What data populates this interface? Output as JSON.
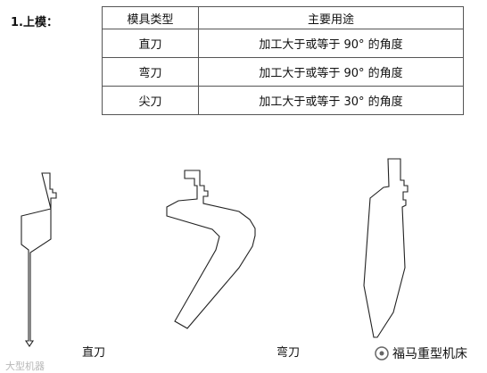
{
  "heading": "1.上模：",
  "table": {
    "headers": [
      "模具类型",
      "主要用途"
    ],
    "rows": [
      [
        "直刀",
        "加工大于或等于 90° 的角度"
      ],
      [
        "弯刀",
        "加工大于或等于 90° 的角度"
      ],
      [
        "尖刀",
        "加工大于或等于 30° 的角度"
      ]
    ]
  },
  "captions": {
    "straight": "直刀",
    "curved": "弯刀"
  },
  "watermark": "大型机器",
  "brand": "福马重型机床"
}
